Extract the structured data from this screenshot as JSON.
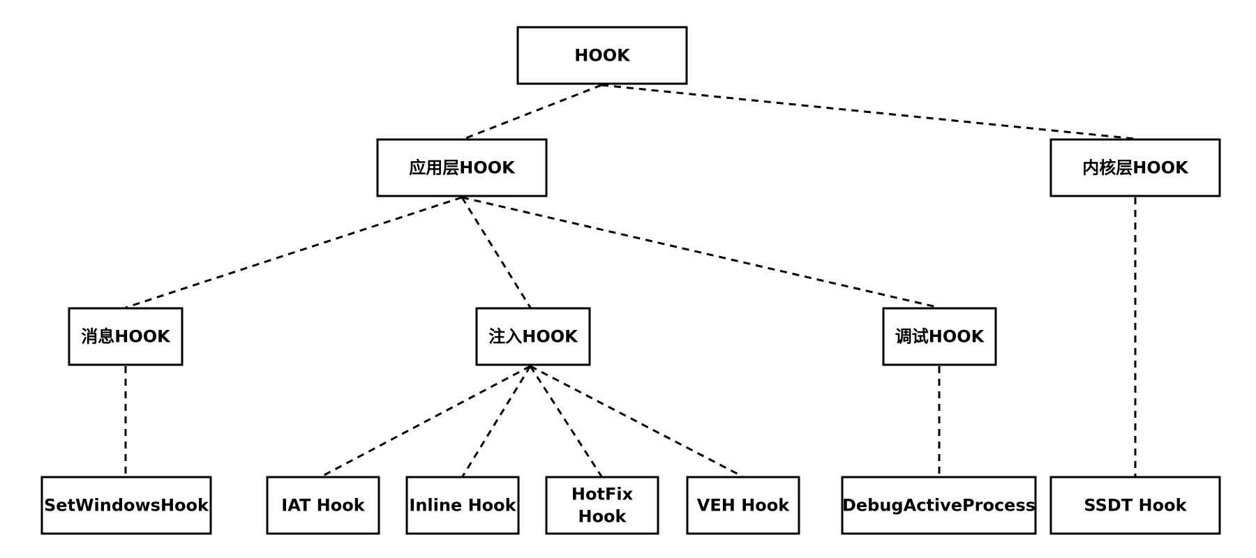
{
  "diagram": {
    "type": "tree",
    "nodes": [
      {
        "id": "root",
        "lines": [
          "HOOK"
        ]
      },
      {
        "id": "app",
        "lines": [
          "应用层HOOK"
        ]
      },
      {
        "id": "kernel",
        "lines": [
          "内核层HOOK"
        ]
      },
      {
        "id": "msg",
        "lines": [
          "消息HOOK"
        ]
      },
      {
        "id": "inject",
        "lines": [
          "注入HOOK"
        ]
      },
      {
        "id": "debug",
        "lines": [
          "调试HOOK"
        ]
      },
      {
        "id": "setwin",
        "lines": [
          "SetWindowsHook"
        ]
      },
      {
        "id": "iat",
        "lines": [
          "IAT Hook"
        ]
      },
      {
        "id": "inline",
        "lines": [
          "Inline Hook"
        ]
      },
      {
        "id": "hotfix",
        "lines": [
          "HotFix",
          "Hook"
        ]
      },
      {
        "id": "veh",
        "lines": [
          "VEH Hook"
        ]
      },
      {
        "id": "dap",
        "lines": [
          "DebugActiveProcess"
        ]
      },
      {
        "id": "ssdt",
        "lines": [
          "SSDT Hook"
        ]
      }
    ],
    "edges": [
      {
        "from": "root",
        "to": "app"
      },
      {
        "from": "root",
        "to": "kernel"
      },
      {
        "from": "app",
        "to": "msg"
      },
      {
        "from": "app",
        "to": "inject"
      },
      {
        "from": "app",
        "to": "debug"
      },
      {
        "from": "kernel",
        "to": "ssdt"
      },
      {
        "from": "msg",
        "to": "setwin"
      },
      {
        "from": "inject",
        "to": "iat"
      },
      {
        "from": "inject",
        "to": "inline"
      },
      {
        "from": "inject",
        "to": "hotfix"
      },
      {
        "from": "inject",
        "to": "veh"
      },
      {
        "from": "debug",
        "to": "dap"
      }
    ]
  }
}
